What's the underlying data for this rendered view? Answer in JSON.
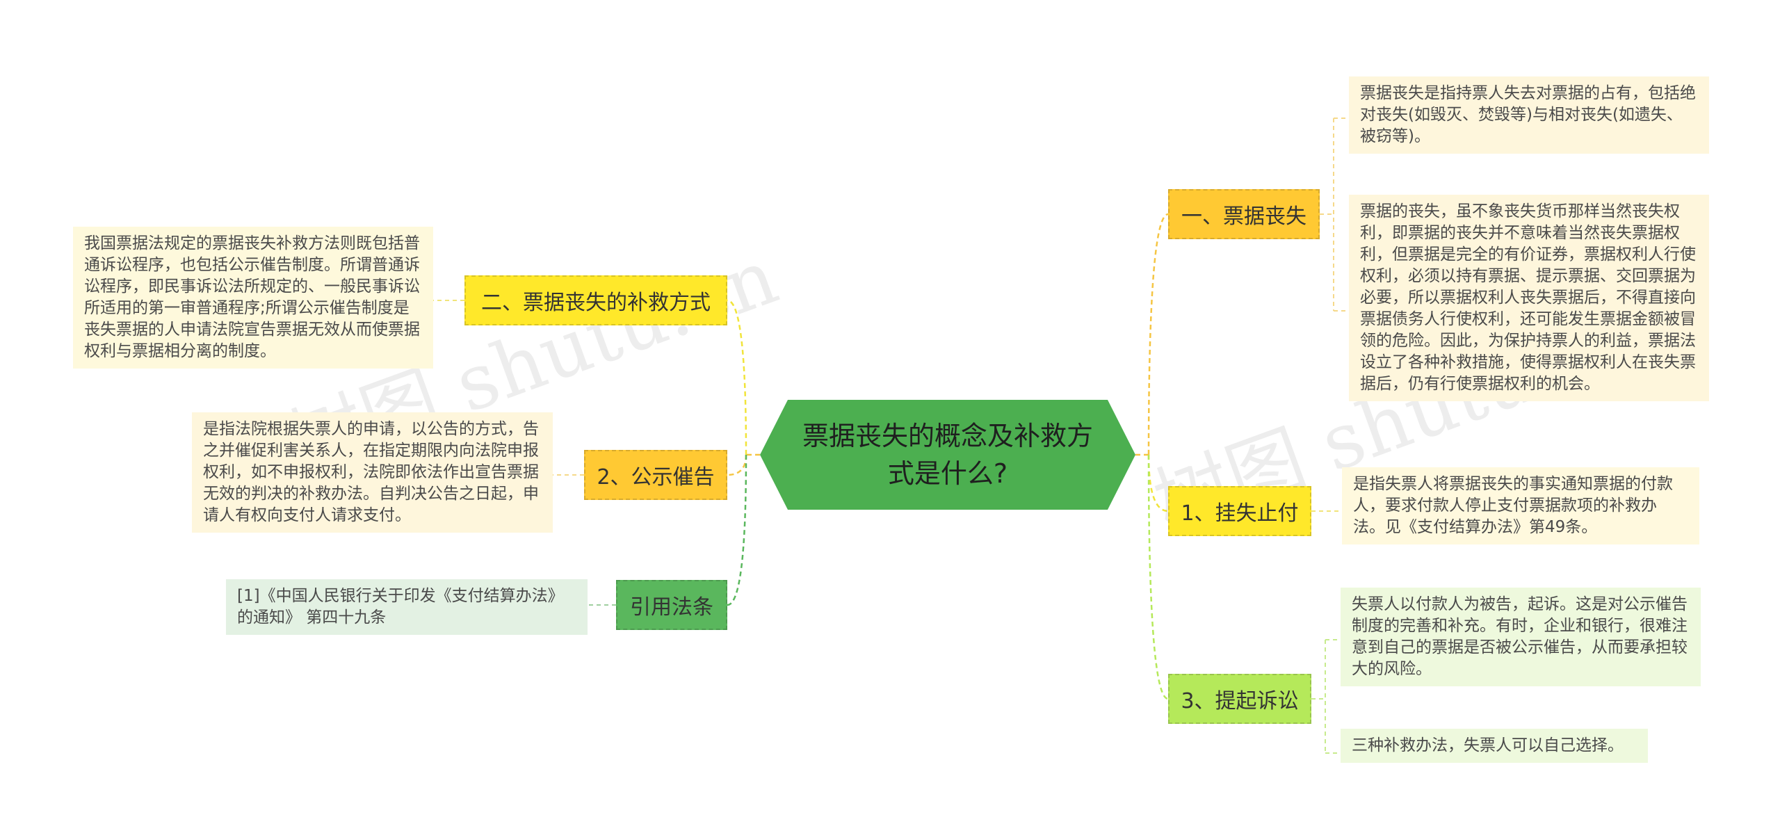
{
  "center": {
    "title": "票据丧失的概念及补救方式是什么?"
  },
  "branches": {
    "b1": "一、票据丧失",
    "b2": "1、挂失止付",
    "b3": "3、提起诉讼",
    "b4": "二、票据丧失的补救方式",
    "b5": "2、公示催告",
    "b6": "引用法条"
  },
  "leaves": {
    "l1": "票据丧失是指持票人失去对票据的占有，包括绝对丧失(如毁灭、焚毁等)与相对丧失(如遗失、被窃等)。",
    "l2": "票据的丧失，虽不象丧失货币那样当然丧失权利，即票据的丧失并不意味着当然丧失票据权利，但票据是完全的有价证券，票据权利人行使权利，必须以持有票据、提示票据、交回票据为必要，所以票据权利人丧失票据后，不得直接向票据债务人行使权利，还可能发生票据金额被冒领的危险。因此，为保护持票人的利益，票据法设立了各种补救措施，使得票据权利人在丧失票据后，仍有行使票据权利的机会。",
    "l3": "是指失票人将票据丧失的事实通知票据的付款人，要求付款人停止支付票据款项的补救办法。见《支付结算办法》第49条。",
    "l4": "失票人以付款人为被告，起诉。这是对公示催告制度的完善和补充。有时，企业和银行，很难注意到自己的票据是否被公示催告，从而要承担较大的风险。",
    "l5": "三种补救办法，失票人可以自己选择。",
    "l6": "我国票据法规定的票据丧失补救方法则既包括普通诉讼程序，也包括公示催告制度。所谓普通诉讼程序，即民事诉讼法所规定的、一般民事诉讼所适用的第一审普通程序;所谓公示催告制度是丧失票据的人申请法院宣告票据无效从而使票据权利与票据相分离的制度。",
    "l7": "是指法院根据失票人的申请，以公告的方式，告之并催促利害关系人，在指定期限内向法院申报权利，如不申报权利，法院即依法作出宣告票据无效的判决的补救办法。自判决公告之日起，申请人有权向支付人请求支付。",
    "l8": "[1]《中国人民银行关于印发《支付结算办法》的通知》 第四十九条"
  },
  "watermark": [
    "树图 shutu.cn",
    "树图 shutu.cn"
  ],
  "colors": {
    "center": "#4caf50",
    "orange": "#ffc933",
    "yellow": "#ffe82a",
    "lime": "#b5e95a",
    "green": "#5ab75d",
    "leaf_cream": "#fef6dc",
    "leaf_lime": "#eef9dd",
    "leaf_green": "#e3f1e3"
  }
}
